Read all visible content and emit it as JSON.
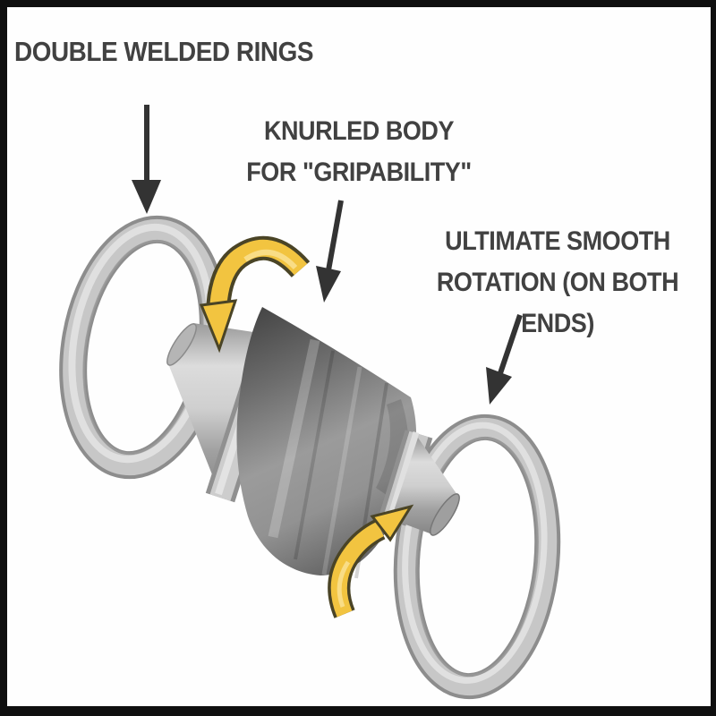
{
  "diagram": {
    "subject": "ball-bearing-swivel-features",
    "labels": {
      "rings": "DOUBLE WELDED RINGS",
      "body_line1": "KNURLED BODY",
      "body_line2": "FOR \"GRIPABILITY\"",
      "rotation_line1": "ULTIMATE SMOOTH",
      "rotation_line2": "ROTATION (ON BOTH ENDS)"
    },
    "colors": {
      "background": "#fefefe",
      "frame": "#0f0f0f",
      "text": "#414141",
      "pointer_arrow": "#333333",
      "rotation_arrow_fill": "#f2c440",
      "rotation_arrow_outline": "#4a4426",
      "metal_light": "#d8d8d8",
      "metal_mid": "#a8a8a8",
      "metal_dark": "#454545"
    }
  }
}
